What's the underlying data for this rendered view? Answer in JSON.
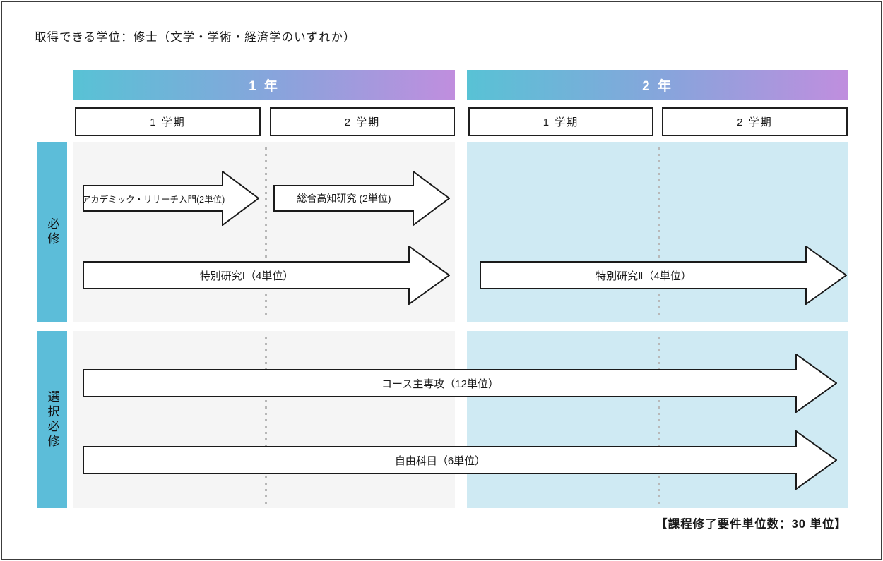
{
  "title": "取得できる学位：修士（文学・学術・経済学のいずれか）",
  "footer_note": "【課程修了要件単位数：30 単位】",
  "years": [
    {
      "label": "1 年",
      "semesters": [
        {
          "label": "1 学期"
        },
        {
          "label": "2 学期"
        }
      ]
    },
    {
      "label": "2 年",
      "semesters": [
        {
          "label": "1 学期"
        },
        {
          "label": "2 学期"
        }
      ]
    }
  ],
  "row_labels": [
    {
      "label": "必修"
    },
    {
      "label": "選択必修"
    }
  ],
  "arrows": [
    {
      "id": "academic-research-intro",
      "label": "アカデミック・リサーチ入門(2単位)",
      "row": "必修",
      "span": "1年1学期"
    },
    {
      "id": "sogo-kochi-research",
      "label": "総合高知研究 (2単位)",
      "row": "必修",
      "span": "1年2学期"
    },
    {
      "id": "special-research-1",
      "label": "特別研究Ⅰ（4単位）",
      "row": "必修",
      "span": "1年通年"
    },
    {
      "id": "special-research-2",
      "label": "特別研究Ⅱ（4単位）",
      "row": "必修",
      "span": "2年通年"
    },
    {
      "id": "course-major",
      "label": "コース主専攻（12単位）",
      "row": "選択必修",
      "span": "1〜2年通年"
    },
    {
      "id": "free-subjects",
      "label": "自由科目（6単位）",
      "row": "選択必修",
      "span": "1〜2年通年"
    }
  ],
  "colors": {
    "accent_blue": "#5cbdd9",
    "year1_panel_bg": "#f5f5f5",
    "year2_panel_bg": "#cfeaf3",
    "year_bar_gradient_start": "#58c2d5",
    "year_bar_gradient_end": "#c08ede",
    "outline": "#1a1a1a"
  }
}
